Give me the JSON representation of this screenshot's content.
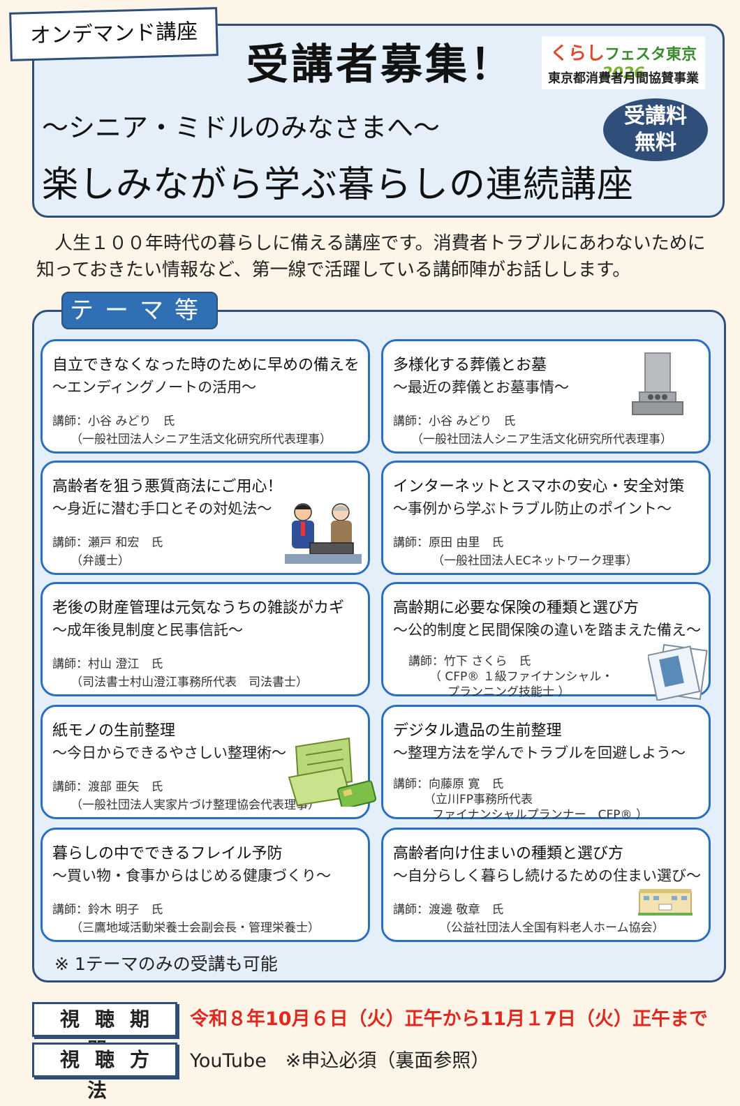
{
  "header": {
    "ondemand_tag": "オンデマンド講座",
    "main_title": "受講者募集！",
    "subtitle": "～シニア・ミドルのみなさまへ～",
    "series_title": "楽しみながら学ぶ暮らしの連続講座",
    "free_badge": [
      "受講料",
      "無料"
    ],
    "logo": {
      "kurashi": "くらし",
      "fiesta": "フェスタ東京",
      "year": "2026",
      "sponsor_line": "東京都消費者月間協賛事業"
    }
  },
  "intro": "人生１００年時代の暮らしに備える講座です。消費者トラブルにあわないために知っておきたい情報など、第一線で活躍している講師陣がお話しします。",
  "theme": {
    "tab_label": "テーマ等",
    "cards": [
      {
        "title": "自立できなくなった時のために早めの備えを",
        "subtitle": "～エンディングノートの活用～",
        "lecturer": "講師：小谷 みどり　氏",
        "affil": "（一般社団法人シニア生活文化研究所代表理事）",
        "affil2": ""
      },
      {
        "title": "多様化する葬儀とお墓",
        "subtitle": "～最近の葬儀とお墓事情～",
        "lecturer": "講師：小谷 みどり　氏",
        "affil": "（一般社団法人シニア生活文化研究所代表理事）",
        "affil2": ""
      },
      {
        "title": "高齢者を狙う悪質商法にご用心！",
        "subtitle": "～身近に潜む手口とその対処法～",
        "lecturer": "講師：瀬戸 和宏　氏",
        "affil": "（弁護士）",
        "affil2": ""
      },
      {
        "title": "インターネットとスマホの安心・安全対策",
        "subtitle": "～事例から学ぶトラブル防止のポイント～",
        "lecturer": "講師：原田 由里　氏",
        "affil": "（一般社団法人ECネットワーク理事）",
        "affil2": ""
      },
      {
        "title": "老後の財産管理は元気なうちの雑談がカギ",
        "subtitle": "～成年後見制度と民事信託～",
        "lecturer": "講師：村山 澄江　氏",
        "affil": "（司法書士村山澄江事務所代表　司法書士）",
        "affil2": ""
      },
      {
        "title": "高齢期に必要な保険の種類と選び方",
        "subtitle": "～公的制度と民間保険の違いを踏まえた備え～",
        "lecturer": "講師：竹下 さくら　氏",
        "affil": "（ CFP® １級ファイナンシャル・",
        "affil2": "プランニング技能士 ）"
      },
      {
        "title": "紙モノの生前整理",
        "subtitle": "～今日からできるやさしい整理術～",
        "lecturer": "講師：渡部 亜矢　氏",
        "affil": "（一般社団法人実家片づけ整理協会代表理事）",
        "affil2": ""
      },
      {
        "title": "デジタル遺品の生前整理",
        "subtitle": "～整理方法を学んでトラブルを回避しよう～",
        "lecturer": "講師：向藤原 寛　氏",
        "affil": "（立川FP事務所代表",
        "affil2": "ファイナンシャルプランナー　CFP® ）"
      },
      {
        "title": "暮らしの中でできるフレイル予防",
        "subtitle": "～買い物・食事からはじめる健康づくり～",
        "lecturer": "講師：鈴木 明子　氏",
        "affil": "（三鷹地域活動栄養士会副会長・管理栄養士）",
        "affil2": ""
      },
      {
        "title": "高齢者向け住まいの種類と選び方",
        "subtitle": "～自分らしく暮らし続けるための住まい選び～",
        "lecturer": "講師：渡邊 敬章　氏",
        "affil": "（公益社団法人全国有料老人ホーム協会）",
        "affil2": ""
      }
    ],
    "note": "※ 1テーマのみの受講も可能"
  },
  "footer": {
    "period_label": "視聴期間",
    "period_value": "令和８年10月６日（火）正午から11月１7日（火）正午まで",
    "method_label": "視聴方法",
    "method_value": "YouTube　※申込必須（裏面参照）"
  },
  "colors": {
    "navy": "#2f4f7a",
    "card_border": "#2a6fc0",
    "panel_bg": "#e4eff9",
    "page_bg": "#fdf6e8",
    "red_text": "#e0281f"
  },
  "icons": [
    "grave-stone-icon",
    "salesman-elderly-icon",
    "insurance-card-icon",
    "bankbook-card-icon",
    "care-facility-icon"
  ]
}
